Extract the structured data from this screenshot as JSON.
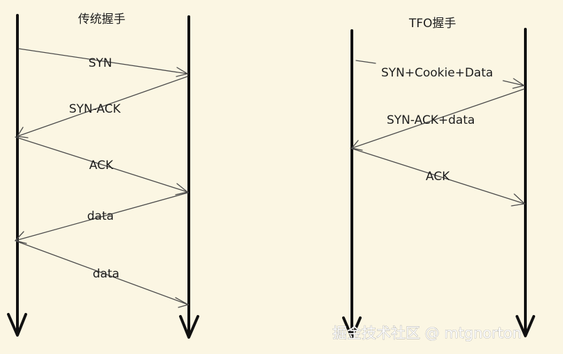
{
  "diagrams": [
    {
      "title": "传统握手",
      "messages": [
        "SYN",
        "SYN-ACK",
        "ACK",
        "data",
        "data"
      ]
    },
    {
      "title": "TFO握手",
      "messages": [
        "SYN+Cookie+Data",
        "SYN-ACK+data",
        "ACK"
      ]
    }
  ],
  "watermark": "掘金技术社区 @ mtgnorton",
  "colors": {
    "background": "#fbf6e3",
    "timeline": "#111111",
    "arrow": "#4a4a4a",
    "text": "#1e1e1e"
  }
}
